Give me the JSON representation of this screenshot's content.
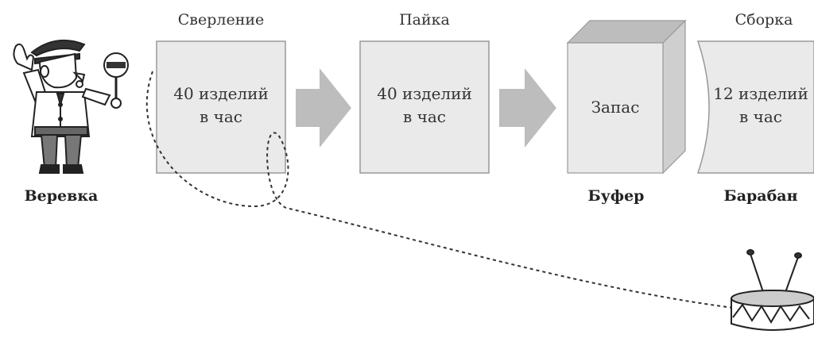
{
  "stages": [
    {
      "title": "Сверление",
      "line1": "40 изделий",
      "line2": "в час"
    },
    {
      "title": "Пайка",
      "line1": "40 изделий",
      "line2": "в час"
    },
    {
      "title": "",
      "line1": "Запас",
      "line2": ""
    },
    {
      "title": "Сборка",
      "line1": "12 изделий",
      "line2": "в час"
    }
  ],
  "labels": {
    "rope": "Веревка",
    "buffer": "Буфер",
    "drum": "Барабан"
  }
}
